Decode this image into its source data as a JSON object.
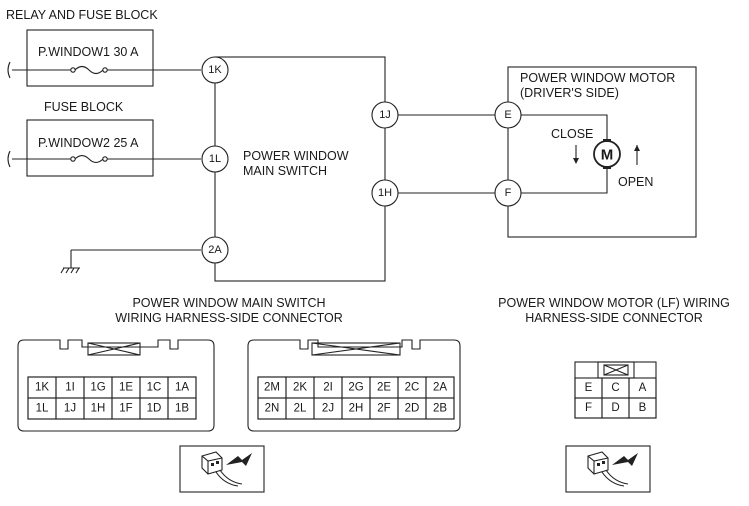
{
  "title": "RELAY AND FUSE BLOCK",
  "fuse_block_label": "FUSE BLOCK",
  "fuse1": "P.WINDOW1 30 A",
  "fuse2": "P.WINDOW2 25 A",
  "main_switch": [
    "POWER WINDOW",
    "MAIN SWITCH"
  ],
  "motor": [
    "POWER WINDOW MOTOR",
    "(DRIVER'S SIDE)"
  ],
  "motor_symbol": "M",
  "close_label": "CLOSE",
  "open_label": "OPEN",
  "terminals": {
    "t1K": "1K",
    "t1L": "1L",
    "t2A": "2A",
    "t1J": "1J",
    "t1H": "1H",
    "tE": "E",
    "tF": "F"
  },
  "connector_main": {
    "caption": [
      "POWER WINDOW MAIN SWITCH",
      "WIRING HARNESS-SIDE CONNECTOR"
    ],
    "left_rows": [
      [
        "1K",
        "1I",
        "1G",
        "1E",
        "1C",
        "1A"
      ],
      [
        "1L",
        "1J",
        "1H",
        "1F",
        "1D",
        "1B"
      ]
    ],
    "right_rows": [
      [
        "2M",
        "2K",
        "2I",
        "2G",
        "2E",
        "2C",
        "2A"
      ],
      [
        "2N",
        "2L",
        "2J",
        "2H",
        "2F",
        "2D",
        "2B"
      ]
    ]
  },
  "connector_motor": {
    "caption": [
      "POWER WINDOW MOTOR (LF) WIRING",
      "HARNESS-SIDE CONNECTOR"
    ],
    "rows": [
      [
        "E",
        "C",
        "A"
      ],
      [
        "F",
        "D",
        "B"
      ]
    ]
  },
  "icons": [
    "ground-icon",
    "fuse-icon",
    "motor-icon",
    "connector-view-icon",
    "arrow-down-icon",
    "arrow-up-icon"
  ]
}
